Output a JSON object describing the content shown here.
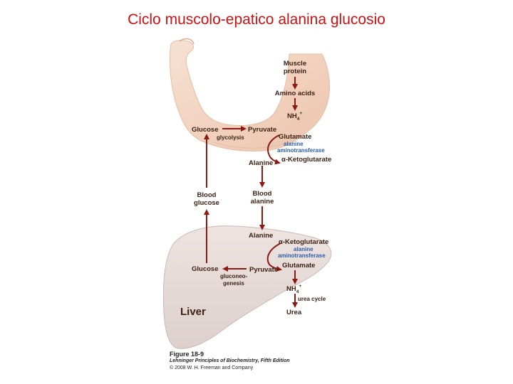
{
  "title": "Ciclo muscolo-epatico alanina glucosio",
  "muscle": {
    "muscle_protein_1": "Muscle",
    "muscle_protein_2": "protein",
    "amino_acids": "Amino acids",
    "nh4": "NH",
    "nh4_sub": "4",
    "nh4_sup": "+",
    "glucose": "Glucose",
    "pyruvate": "Pyruvate",
    "glycolysis": "glycolysis",
    "glutamate": "Glutamate",
    "enzyme_1": "alanine",
    "enzyme_2": "aminotransferase",
    "alanine": "Alanine",
    "ketoglutarate": "α-Ketoglutarate"
  },
  "blood": {
    "glucose_1": "Blood",
    "glucose_2": "glucose",
    "alanine_1": "Blood",
    "alanine_2": "alanine"
  },
  "liver": {
    "alanine": "Alanine",
    "ketoglutarate": "α-Ketoglutarate",
    "enzyme_1": "alanine",
    "enzyme_2": "aminotransferase",
    "glucose": "Glucose",
    "pyruvate": "Pyruvate",
    "glutamate": "Glutamate",
    "gluconeogenesis_1": "gluconeo-",
    "gluconeogenesis_2": "genesis",
    "nh4": "NH",
    "nh4_sub": "4",
    "nh4_sup": "+",
    "urea_cycle": "urea cycle",
    "urea": "Urea",
    "organ_label": "Liver"
  },
  "caption": {
    "figure": "Figure 18-9",
    "book": "Lehninger Principles of Biochemistry, Fifth Edition",
    "copyright": "© 2008 W. H. Freeman and Company"
  },
  "colors": {
    "title": "#cc1111",
    "arrow": "#8b1a12",
    "text": "#3a1f12",
    "enzyme": "#2c5ea8",
    "arm": "#f2d3bf",
    "liver": "#e6dad6"
  }
}
